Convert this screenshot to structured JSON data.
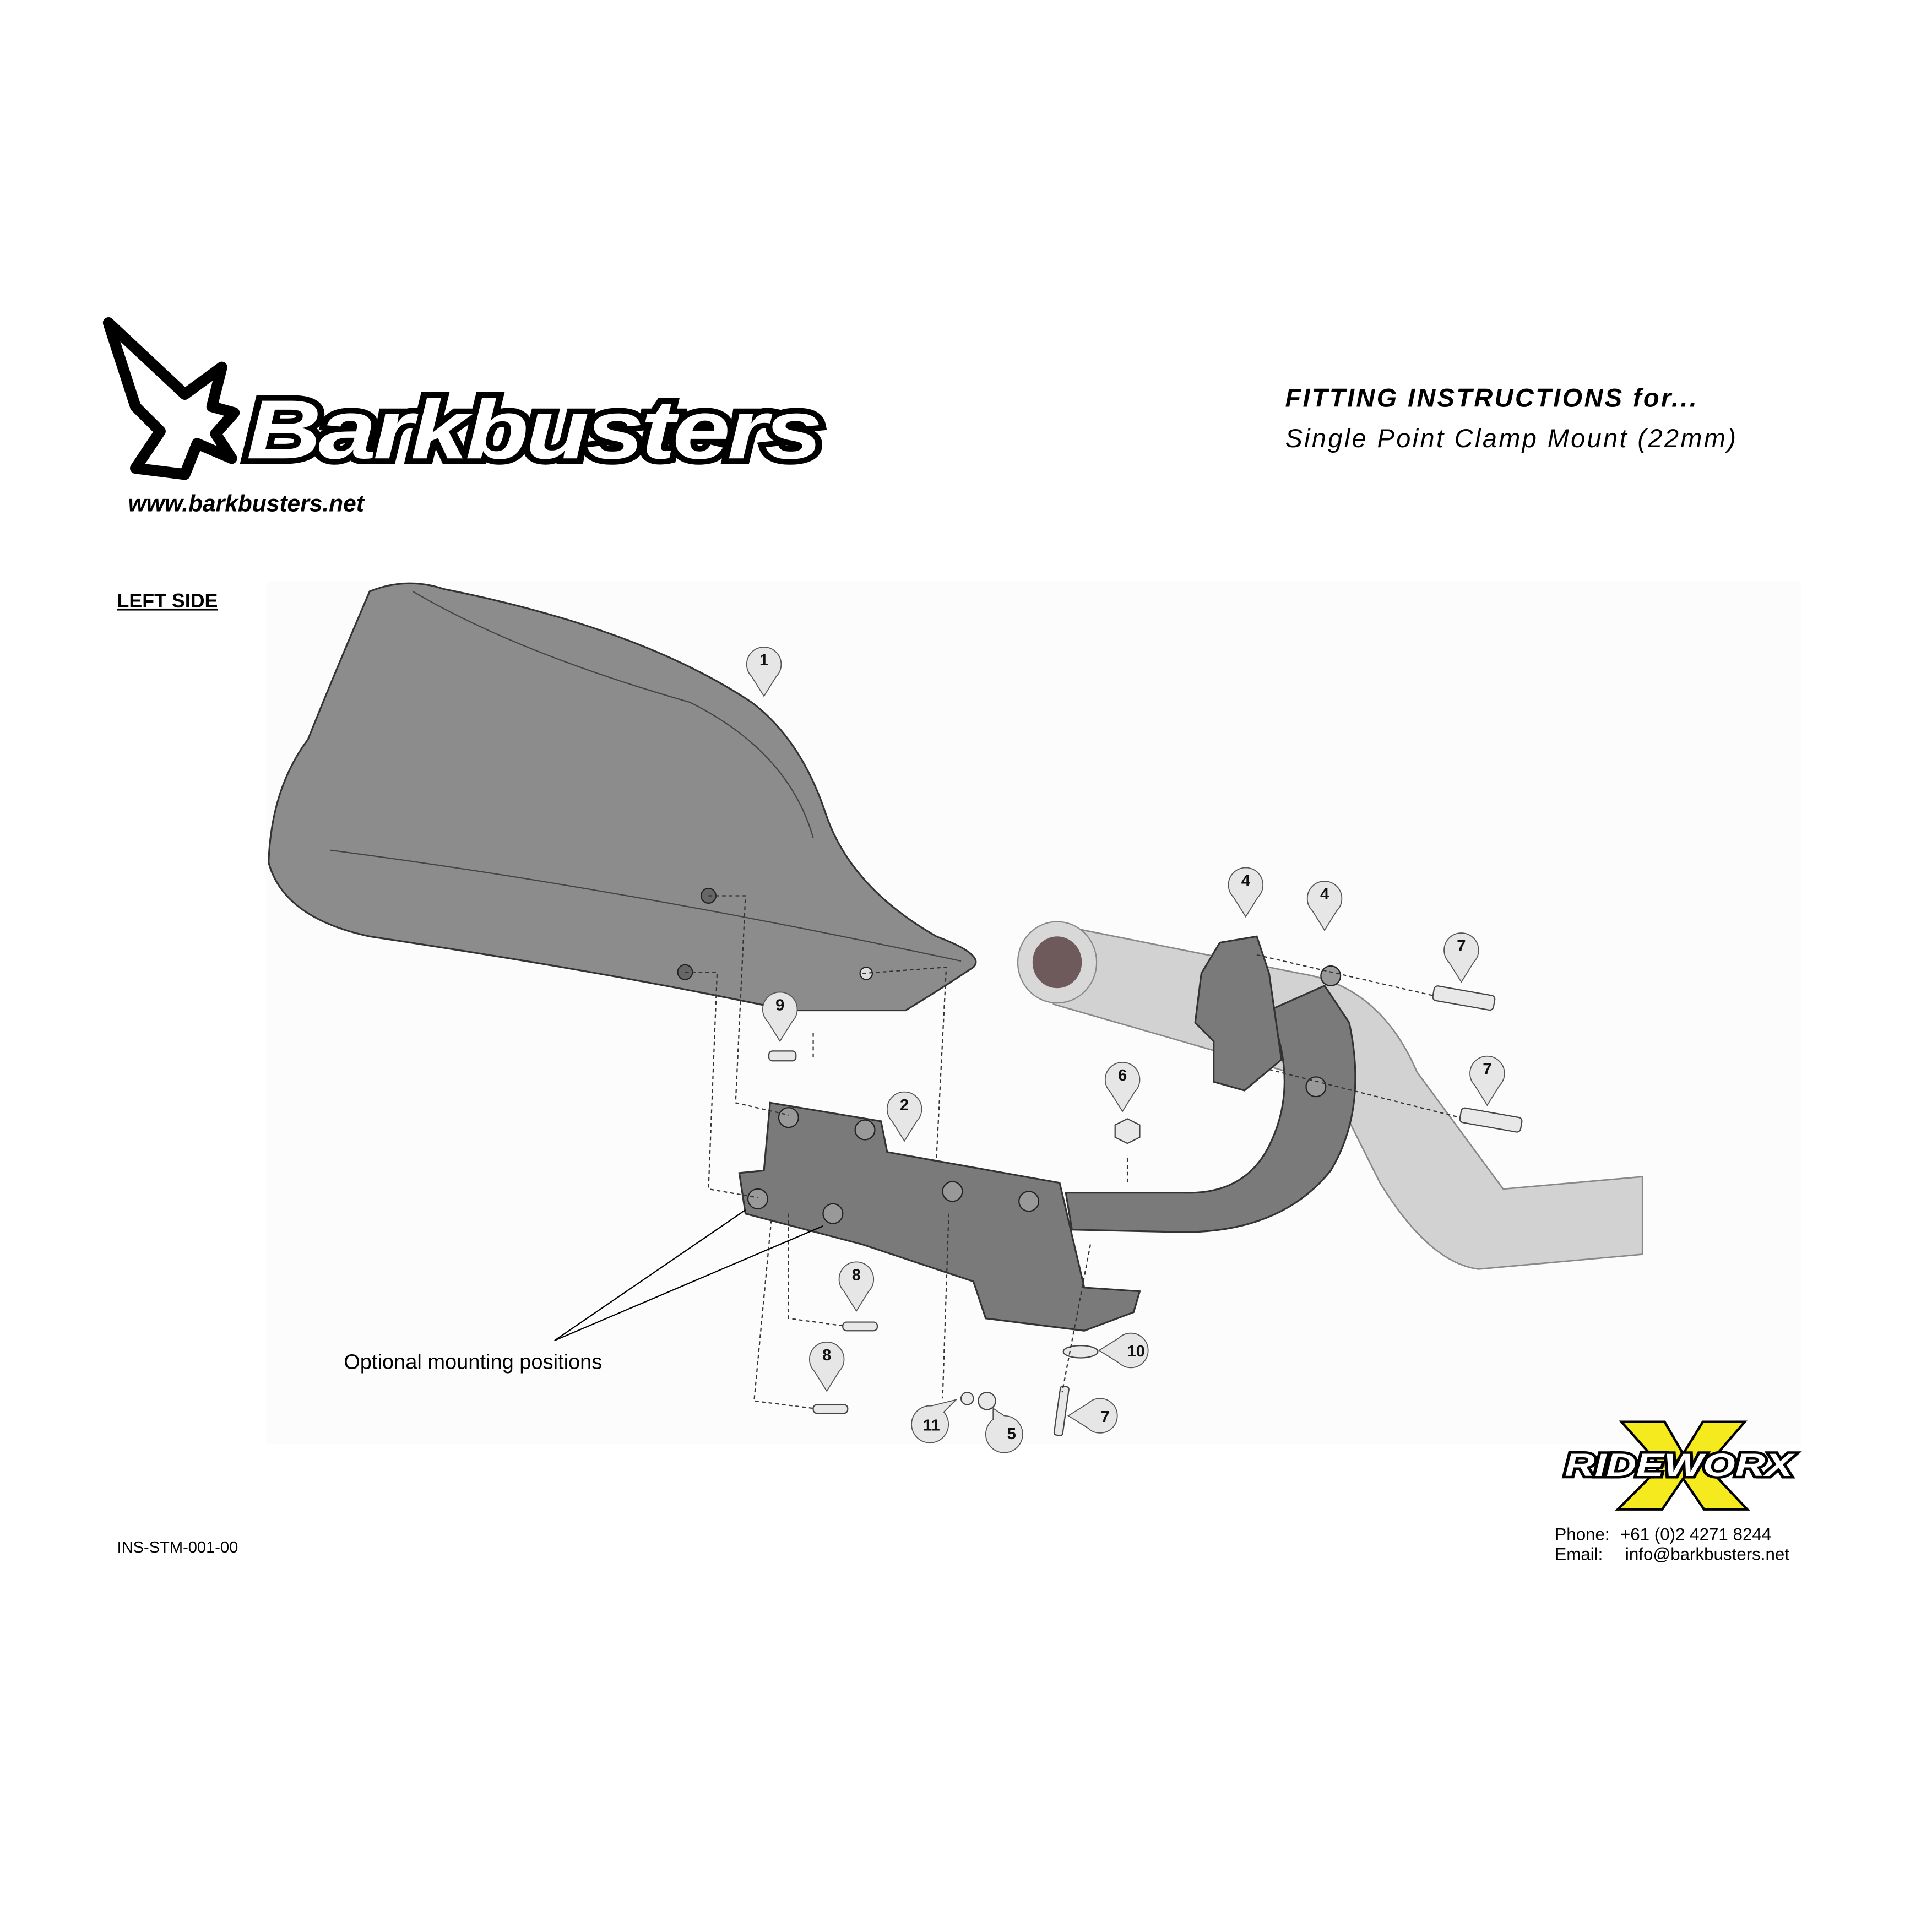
{
  "brand": {
    "logo_text": "Barkbusters",
    "website": "www.barkbusters.net"
  },
  "header": {
    "title": "FITTING INSTRUCTIONS for...",
    "subtitle": "Single Point Clamp Mount (22mm)"
  },
  "section_label": "LEFT SIDE",
  "callouts": [
    "1",
    "4",
    "4",
    "7",
    "9",
    "2",
    "6",
    "7",
    "8",
    "8",
    "10",
    "7",
    "11",
    "5"
  ],
  "annotation": "Optional mounting positions",
  "doc_code": "INS-STM-001-00",
  "dealer": {
    "logo_text": "RIDEWORX",
    "phone_label": "Phone:",
    "phone": "+61 (0)2 4271 8244",
    "email_label": "Email:",
    "email": "info@barkbusters.net"
  },
  "colors": {
    "handguard": "#8c8c8c",
    "bracket": "#7a7a7a",
    "handlebar": "#d2d2d2",
    "rideworx_yellow": "#f5ea1e"
  }
}
